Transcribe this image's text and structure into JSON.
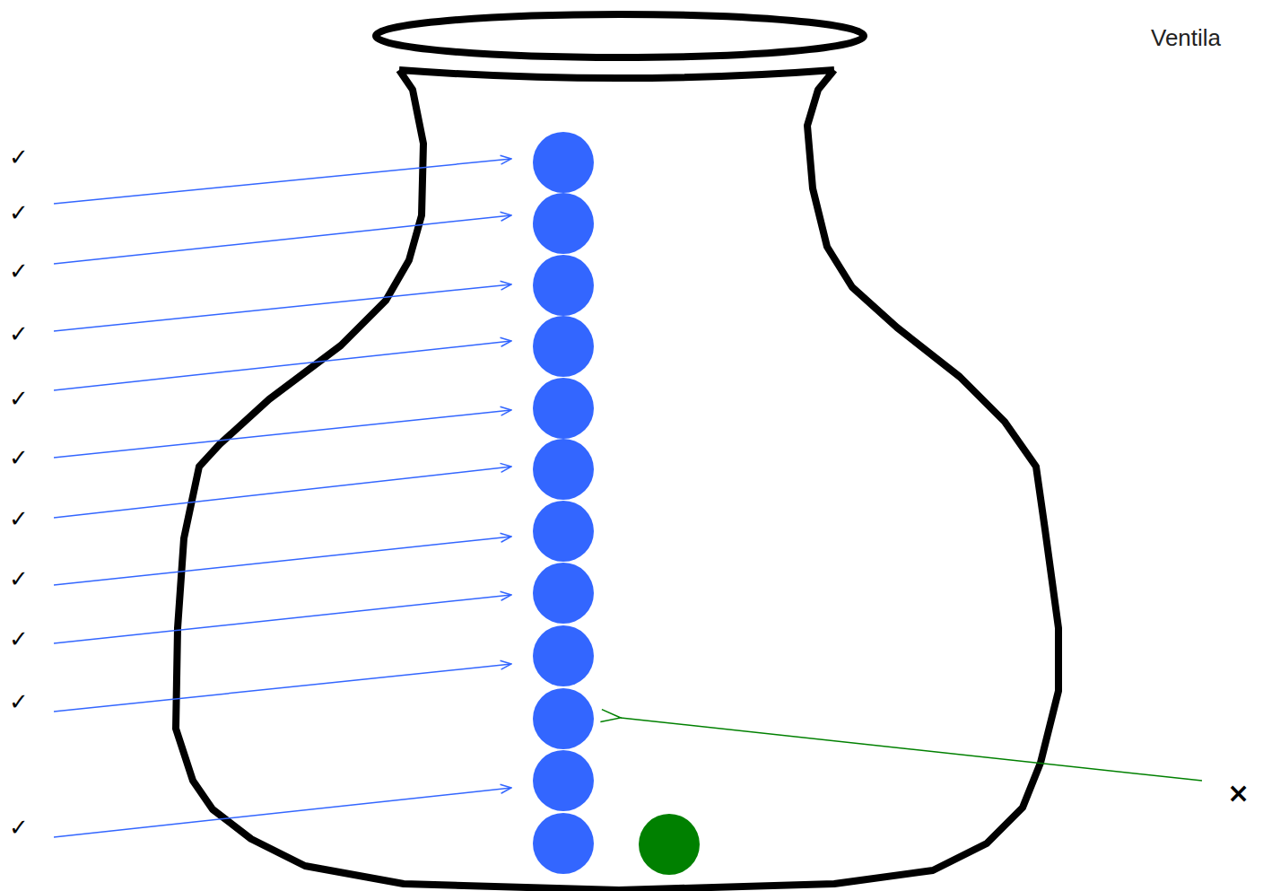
{
  "diagram": {
    "labels": [
      "Ventila",
      "✓",
      "✓",
      "✓",
      "✓",
      "✓",
      "✓",
      "✓",
      "✓",
      "✓",
      "✓",
      "✓",
      "×"
    ]
  }
}
